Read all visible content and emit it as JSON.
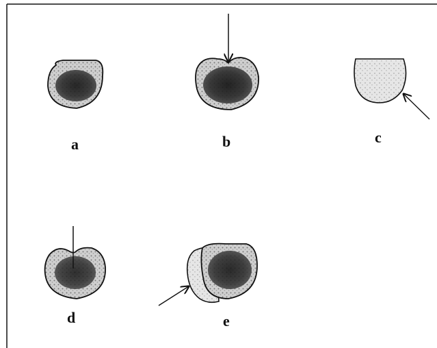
{
  "labels": {
    "a": "a",
    "b": "b",
    "c": "c",
    "d": "d",
    "e": "e"
  },
  "colors": {
    "ink": "#111111",
    "dark_fill": "#2b2b2b",
    "light_fill": "#d9d9d9",
    "background": "#ffffff"
  },
  "icons": [
    "arrow-icon"
  ]
}
